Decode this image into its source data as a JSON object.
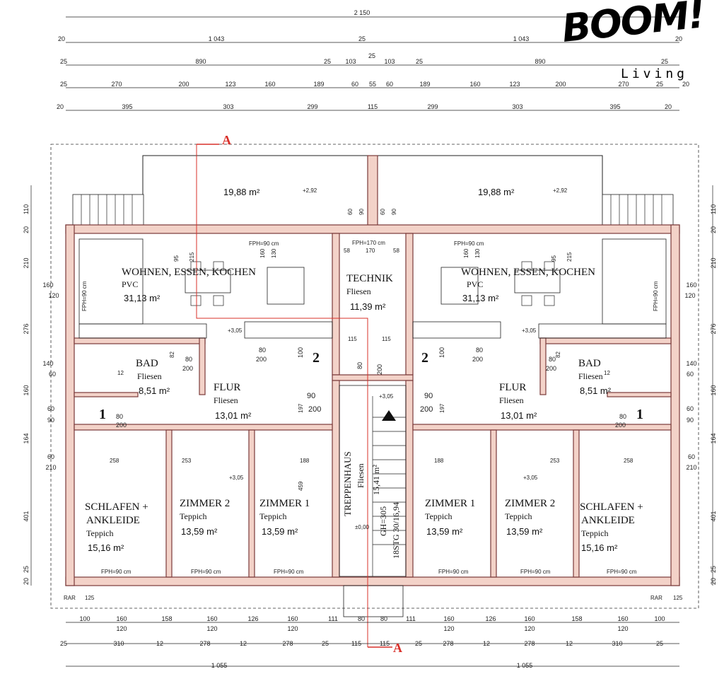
{
  "logo": {
    "brand": "BOOM!",
    "sub": "Living"
  },
  "section_marker": "A",
  "dims_top": {
    "row1": [
      "2 150"
    ],
    "row2": [
      "20",
      "1 043",
      "25",
      "1 043",
      "20"
    ],
    "row3": [
      "25",
      "890",
      "25",
      "103",
      "25",
      "103",
      "25",
      "890",
      "25"
    ],
    "row4": [
      "25",
      "270",
      "200",
      "123",
      "160",
      "189",
      "60",
      "55",
      "60",
      "189",
      "160",
      "123",
      "200",
      "270",
      "25",
      "20"
    ],
    "row5": [
      "20",
      "395",
      "303",
      "299",
      "115",
      "299",
      "303",
      "395",
      "20"
    ]
  },
  "dims_bottom": {
    "row1": [
      "100",
      "160",
      "158",
      "160",
      "126",
      "160",
      "111",
      "80",
      "80",
      "111",
      "160",
      "126",
      "160",
      "158",
      "160",
      "100"
    ],
    "row1b": [
      "120",
      "120",
      "120",
      "120",
      "120",
      "120"
    ],
    "row2": [
      "25",
      "310",
      "12",
      "278",
      "12",
      "278",
      "25",
      "115",
      "115",
      "25",
      "278",
      "12",
      "278",
      "12",
      "310",
      "25"
    ],
    "row3": [
      "1 055",
      "1 055"
    ]
  },
  "dims_left": [
    "110",
    "20",
    "210",
    "160",
    "120",
    "276",
    "140",
    "60",
    "160",
    "60",
    "90",
    "164",
    "60",
    "210",
    "401",
    "25",
    "20"
  ],
  "dims_right": [
    "110",
    "20",
    "210",
    "160",
    "120",
    "276",
    "140",
    "60",
    "160",
    "60",
    "90",
    "164",
    "60",
    "210",
    "401",
    "25",
    "20"
  ],
  "terrace": {
    "left_area": "19,88 m²",
    "right_area": "19,88 m²",
    "level": "+2,92"
  },
  "rooms": {
    "wohnen_l": {
      "name": "WOHNEN, ESSEN, KOCHEN",
      "mat": "PVC",
      "area": "31,13 m²"
    },
    "wohnen_r": {
      "name": "WOHNEN, ESSEN, KOCHEN",
      "mat": "PVC",
      "area": "31,13 m²"
    },
    "technik": {
      "name": "TECHNIK",
      "mat": "Fliesen",
      "area": "11,39 m²"
    },
    "bad_l": {
      "name": "BAD",
      "mat": "Fliesen",
      "area": "8,51 m²"
    },
    "bad_r": {
      "name": "BAD",
      "mat": "Fliesen",
      "area": "8,51 m²"
    },
    "flur_l": {
      "name": "FLUR",
      "mat": "Fliesen",
      "area": "13,01 m²"
    },
    "flur_r": {
      "name": "FLUR",
      "mat": "Fliesen",
      "area": "13,01 m²"
    },
    "treppe": {
      "name": "TREPPENHAUS",
      "mat": "Fliesen",
      "area": "15,41 m²"
    },
    "schlafen_l": {
      "name1": "SCHLAFEN +",
      "name2": "ANKLEIDE",
      "mat": "Teppich",
      "area": "15,16 m²"
    },
    "zimmer2_l": {
      "name": "ZIMMER 2",
      "mat": "Teppich",
      "area": "13,59 m²"
    },
    "zimmer1_l": {
      "name": "ZIMMER 1",
      "mat": "Teppich",
      "area": "13,59 m²"
    },
    "zimmer1_r": {
      "name": "ZIMMER 1",
      "mat": "Teppich",
      "area": "13,59 m²"
    },
    "zimmer2_r": {
      "name": "ZIMMER 2",
      "mat": "Teppich",
      "area": "13,59 m²"
    },
    "schlafen_r": {
      "name1": "SCHLAFEN +",
      "name2": "ANKLEIDE",
      "mat": "Teppich",
      "area": "15,16 m²"
    }
  },
  "levels": {
    "floor": "+3,05",
    "ground": "±0,00"
  },
  "stair": {
    "gh": "GH=305",
    "stg": "18STG 30/16,94"
  },
  "fph": {
    "w90": "FPH=90 cm",
    "w170": "FPH=170 cm"
  },
  "unit_numbers": {
    "left": "2",
    "right": "2",
    "small_left": "1",
    "small_right": "1"
  },
  "door_labels": {
    "w80": "80",
    "h200": "200",
    "w90": "90",
    "w100": "100"
  },
  "misc": {
    "rar": "RAR",
    "rar_num": "125",
    "d58": "58",
    "d170": "170",
    "d115": "115",
    "d95": "95",
    "d215": "215",
    "d160": "160",
    "d130": "130",
    "d60": "60",
    "d90": "90",
    "d188": "188",
    "d253": "253",
    "d258": "258",
    "d197": "197",
    "d459": "459",
    "d82": "82",
    "d12": "12"
  }
}
